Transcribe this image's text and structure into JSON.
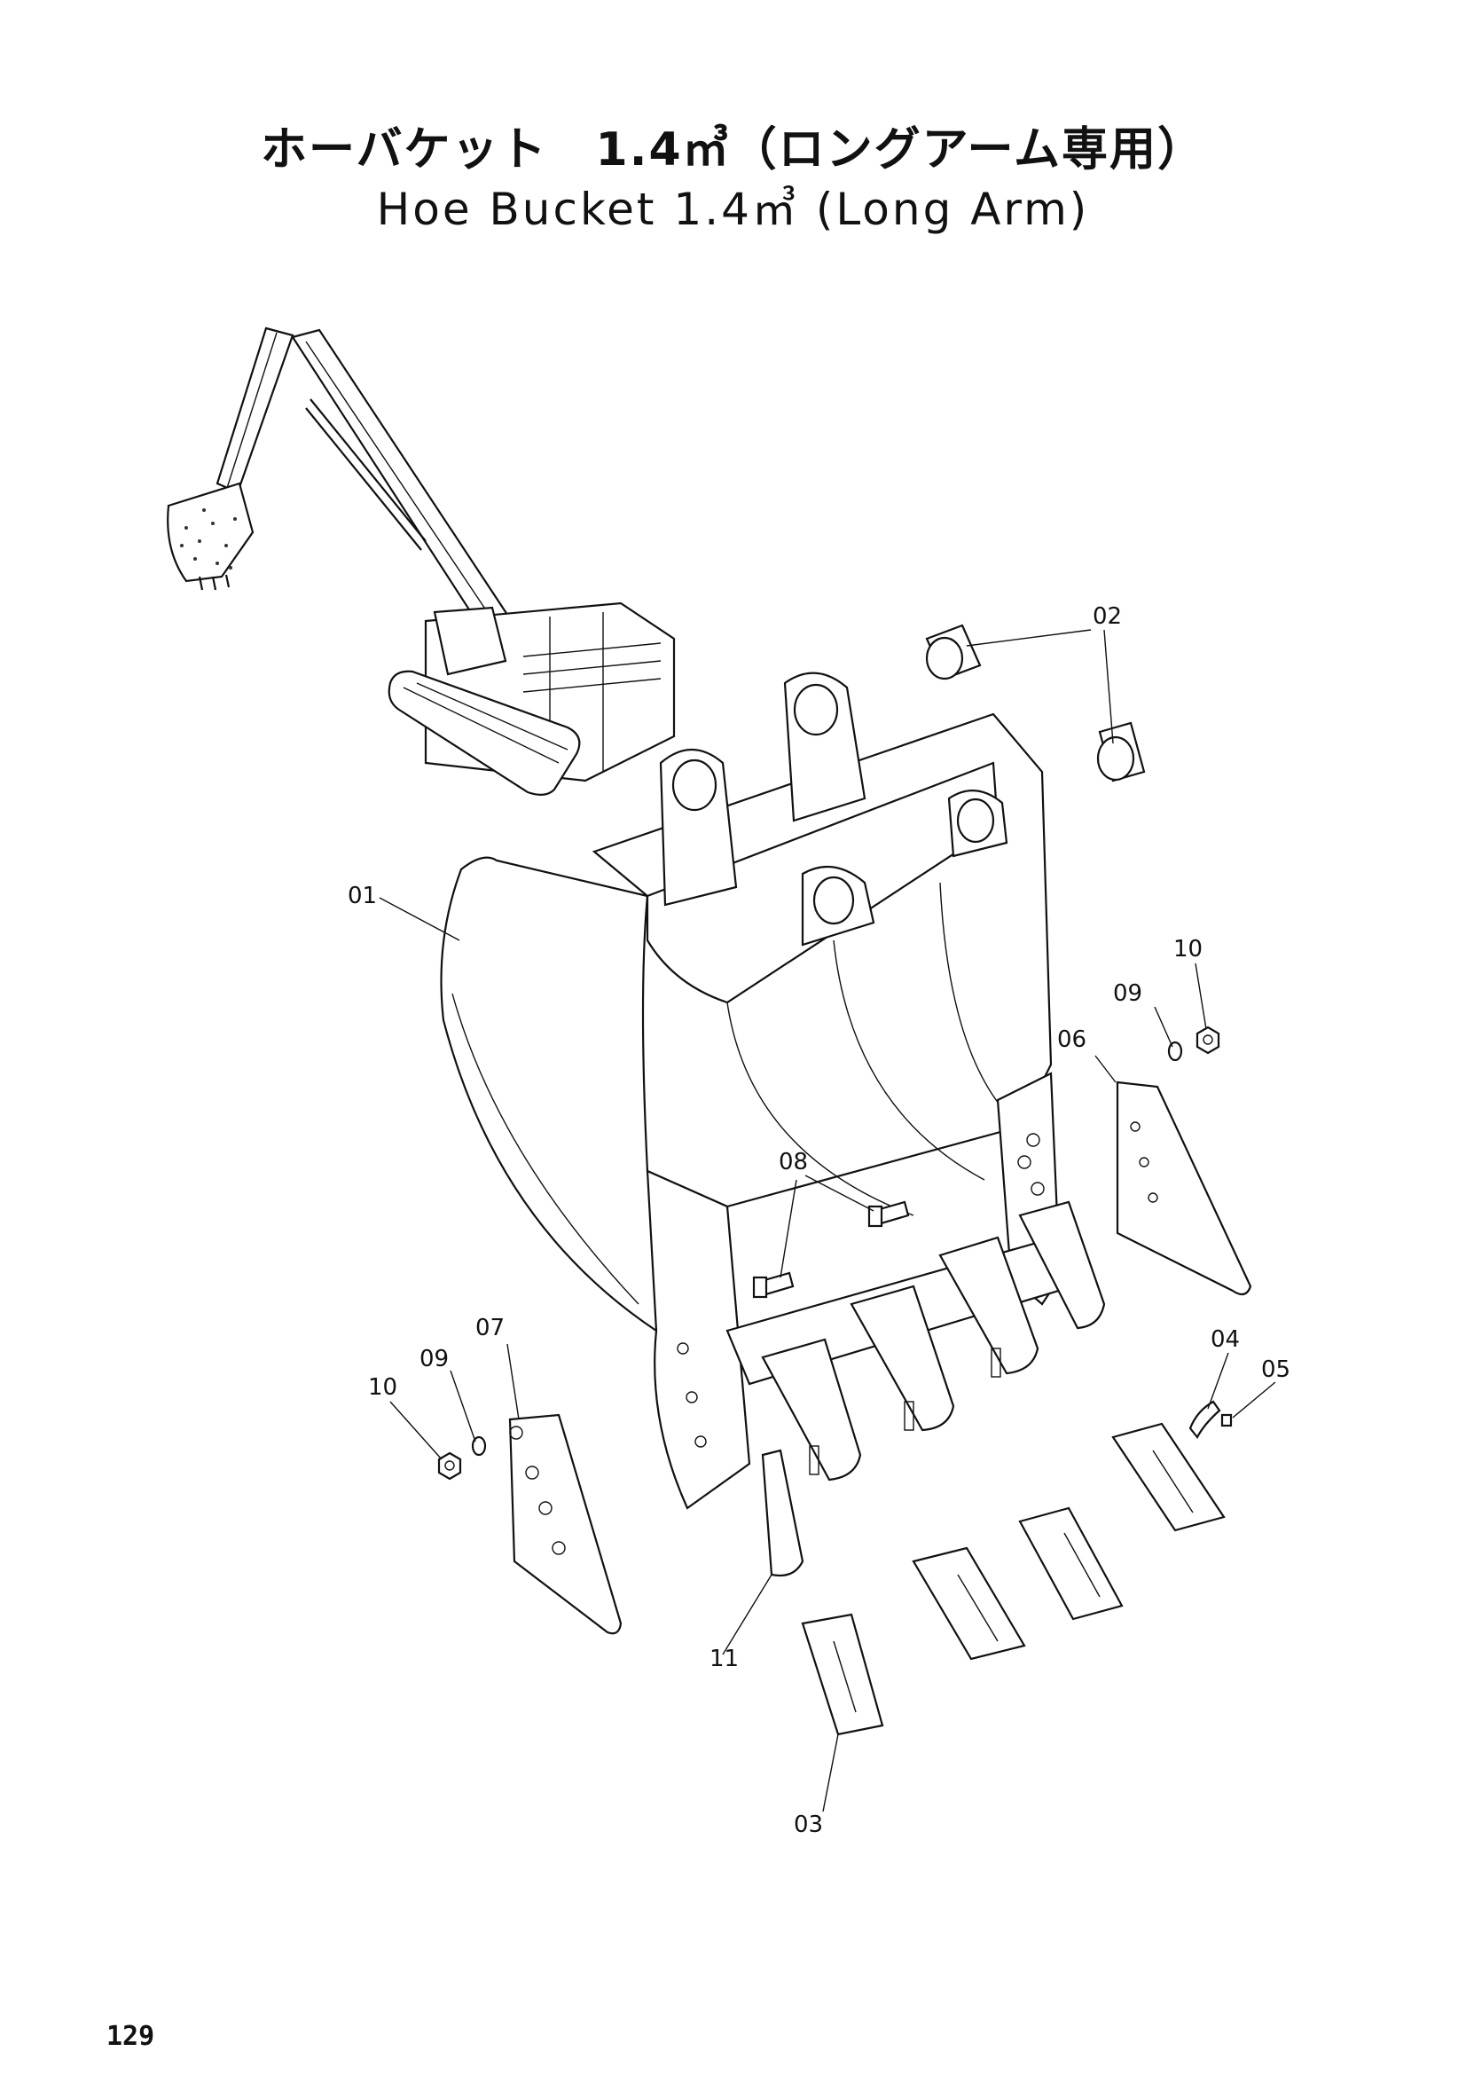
{
  "title": {
    "japanese": "ホーバケット　1.4㎥（ロングアーム専用）",
    "english": "Hoe Bucket  1.4㎥  (Long Arm)"
  },
  "callouts": [
    "01",
    "02",
    "03",
    "04",
    "05",
    "06",
    "07",
    "08",
    "09",
    "10",
    "09",
    "10",
    "11"
  ],
  "page_number": "129"
}
